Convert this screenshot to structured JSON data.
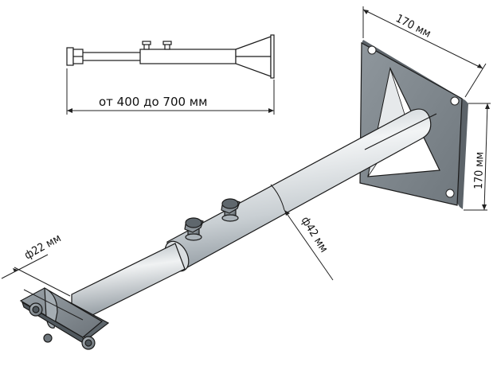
{
  "labels": {
    "length_range": "от 400 до 700 мм",
    "plate_width": "170 мм",
    "plate_height": "170 мм",
    "outer_diameter": "ф42 мм",
    "inner_diameter": "ф22 мм"
  }
}
